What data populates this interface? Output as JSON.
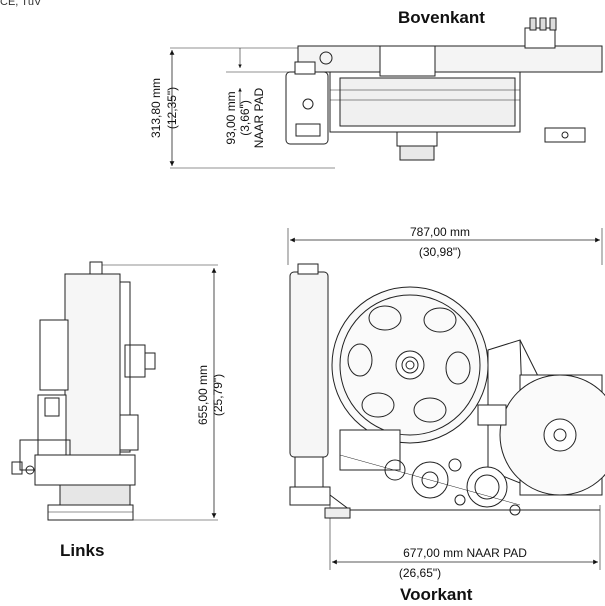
{
  "corner_text": "CE, TüV",
  "views": {
    "top": {
      "title": "Bovenkant"
    },
    "left": {
      "title": "Links"
    },
    "front": {
      "title": "Voorkant"
    }
  },
  "dimensions": {
    "top_height_mm": "313,80 mm",
    "top_height_in": "(12,35\")",
    "top_pad_mm": "93,00 mm",
    "top_pad_in": "(3,66\")",
    "top_pad_note": "NAAR PAD",
    "left_height_mm": "655,00 mm",
    "left_height_in": "(25,79\")",
    "front_width_mm": "787,00 mm",
    "front_width_in": "(30,98\")",
    "front_pad_width": "677,00 mm NAAR PAD",
    "front_pad_width_in": "(26,65\")"
  }
}
